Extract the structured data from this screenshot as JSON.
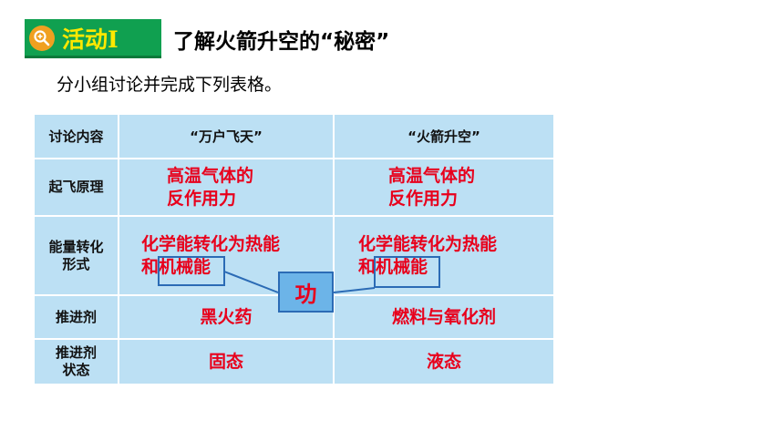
{
  "activity_badge": {
    "label": "活动I",
    "icon": "magnifier-icon"
  },
  "page_title": "了解火箭升空的“秘密”",
  "instruction": "分小组讨论并完成下列表格。",
  "table": {
    "headers": [
      "讨论内容",
      "“万户飞天”",
      "“火箭升空”"
    ],
    "rows": [
      {
        "label_lines": [
          "起飞原理"
        ],
        "col1_lines": [
          "高温气体的",
          "反作用力"
        ],
        "col2_lines": [
          "高温气体的",
          "反作用力"
        ]
      },
      {
        "label_lines": [
          "能量转化",
          "形式"
        ],
        "col1_lines": [
          "化学能转化为热能",
          "和机械能"
        ],
        "col2_lines": [
          "化学能转化为热能",
          "和机械能"
        ]
      },
      {
        "label_lines": [
          "推进剂"
        ],
        "col1_lines": [
          "黑火药"
        ],
        "col2_lines": [
          "燃料与氧化剂"
        ]
      },
      {
        "label_lines": [
          "推进剂",
          "状态"
        ],
        "col1_lines": [
          "固态"
        ],
        "col2_lines": [
          "液态"
        ]
      }
    ]
  },
  "callout": {
    "label": "功"
  },
  "colors": {
    "answer_text": "#e8001c",
    "table_bg": "#bce0f4",
    "badge_bg": "#10a050",
    "badge_text": "#ffe800",
    "box_border": "#2b6bb5"
  }
}
